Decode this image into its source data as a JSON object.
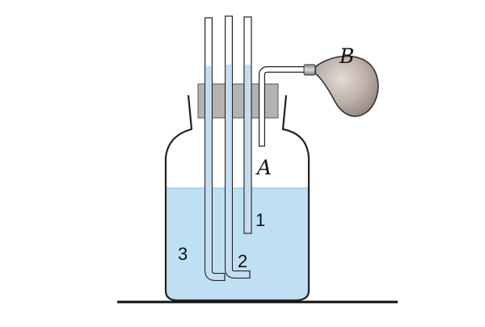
{
  "labels": {
    "bulb": "B",
    "air_tube_end": "A",
    "tube_1": "1",
    "tube_2": "2",
    "tube_3": "3"
  },
  "colors": {
    "water": "#bfe0f3",
    "tube_water": "#c4ddf0",
    "stopper": "#b3b3b3",
    "bulb": "#b8ada7",
    "outline": "#222222",
    "background": "#ffffff"
  }
}
